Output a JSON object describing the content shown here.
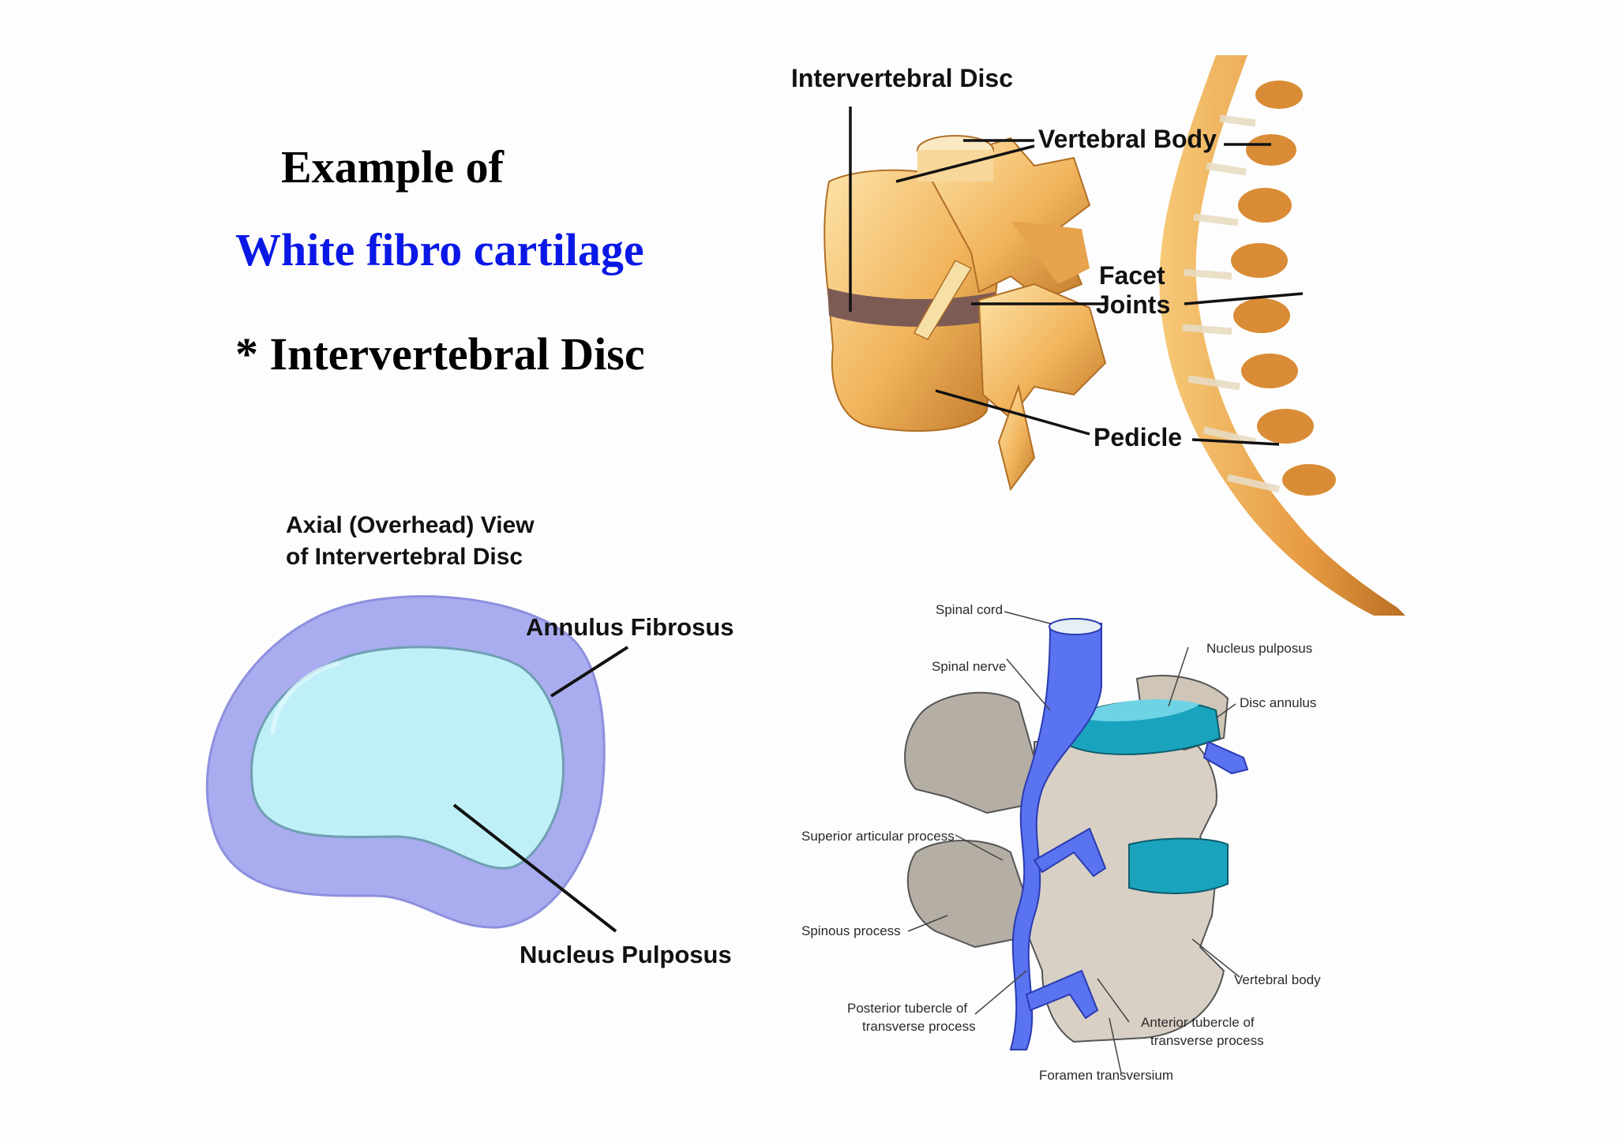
{
  "heading": {
    "line1": "Example of",
    "line2": "White fibro cartilage",
    "line3": "* Intervertebral Disc"
  },
  "colors": {
    "heading_blue": "#0a18e6",
    "bone": "#f0b45a",
    "annulus": "#a9acee",
    "nucleus": "#bff0f7",
    "nerve_blue": "#5a73f0",
    "disc_teal": "#1aa3bd",
    "vertebra_grey": "#d8d0c4"
  },
  "spine_diagram": {
    "labels": {
      "intervertebral_disc": "Intervertebral Disc",
      "vertebral_body": "Vertebral Body",
      "facet_line1": "Facet",
      "facet_line2": "Joints",
      "pedicle": "Pedicle"
    }
  },
  "axial_diagram": {
    "title_line1": "Axial (Overhead) View",
    "title_line2": "of Intervertebral Disc",
    "labels": {
      "annulus": "Annulus Fibrosus",
      "nucleus": "Nucleus Pulposus"
    }
  },
  "cervical_diagram": {
    "labels": {
      "spinal_cord": "Spinal cord",
      "spinal_nerve": "Spinal nerve",
      "nucleus_pulposus": "Nucleus pulposus",
      "disc_annulus": "Disc annulus",
      "superior_articular": "Superior articular process",
      "spinous_process": "Spinous process",
      "vertebral_body": "Vertebral body",
      "posterior_tubercle_1": "Posterior tubercle of",
      "posterior_tubercle_2": "transverse process",
      "anterior_tubercle_1": "Anterior tubercle of",
      "anterior_tubercle_2": "transverse process",
      "foramen": "Foramen transversium"
    }
  }
}
